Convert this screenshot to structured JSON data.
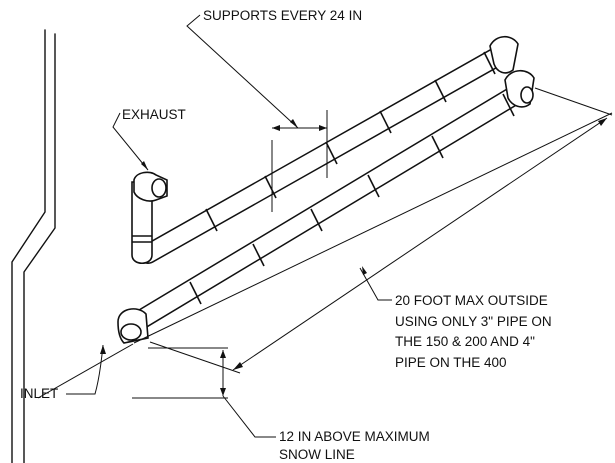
{
  "labels": {
    "supports": "SUPPORTS EVERY 24 IN",
    "exhaust": "EXHAUST",
    "inlet": "INLET",
    "max_length": [
      "20 FOOT MAX OUTSIDE",
      "USING ONLY 3\" PIPE ON",
      "THE 150 & 200 AND 4\"",
      "PIPE ON THE 400"
    ],
    "snow": [
      "12 IN ABOVE MAXIMUM",
      "SNOW LINE"
    ]
  }
}
